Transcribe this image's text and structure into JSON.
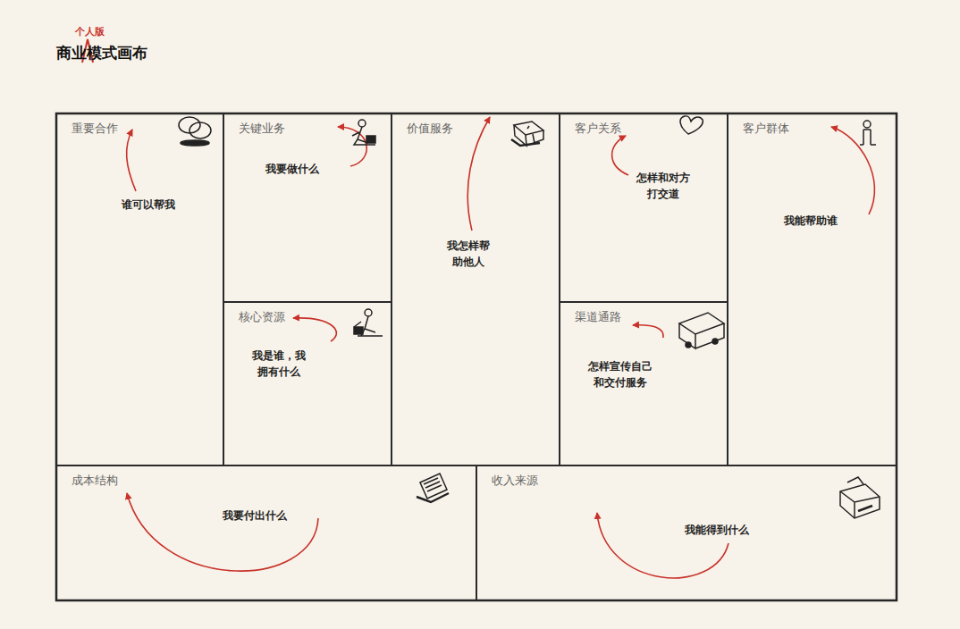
{
  "diagram": {
    "title": "商业模式画布",
    "nodes": [
      {
        "text": [
          "重要合作",
          "谁可以帮我"
        ]
      },
      {
        "text": [
          "关键业务",
          "我要做什么"
        ]
      },
      {
        "text": [
          "价值服务",
          "我怎样帮助他人"
        ]
      },
      {
        "text": [
          "客户关系",
          "怎样和对方打交道"
        ]
      },
      {
        "text": [
          "客户群体",
          "我能帮助谁"
        ]
      },
      {
        "text": [
          "核心资源",
          "我是谁，我拥有什么"
        ]
      },
      {
        "text": [
          "渠道通路",
          "怎样宣传自己和交付服务"
        ]
      },
      {
        "text": [
          "成本结构",
          "我要付出什么"
        ]
      },
      {
        "text": [
          "收入来源",
          "我能得到什么"
        ]
      }
    ],
    "labels": [
      "个人版"
    ]
  }
}
